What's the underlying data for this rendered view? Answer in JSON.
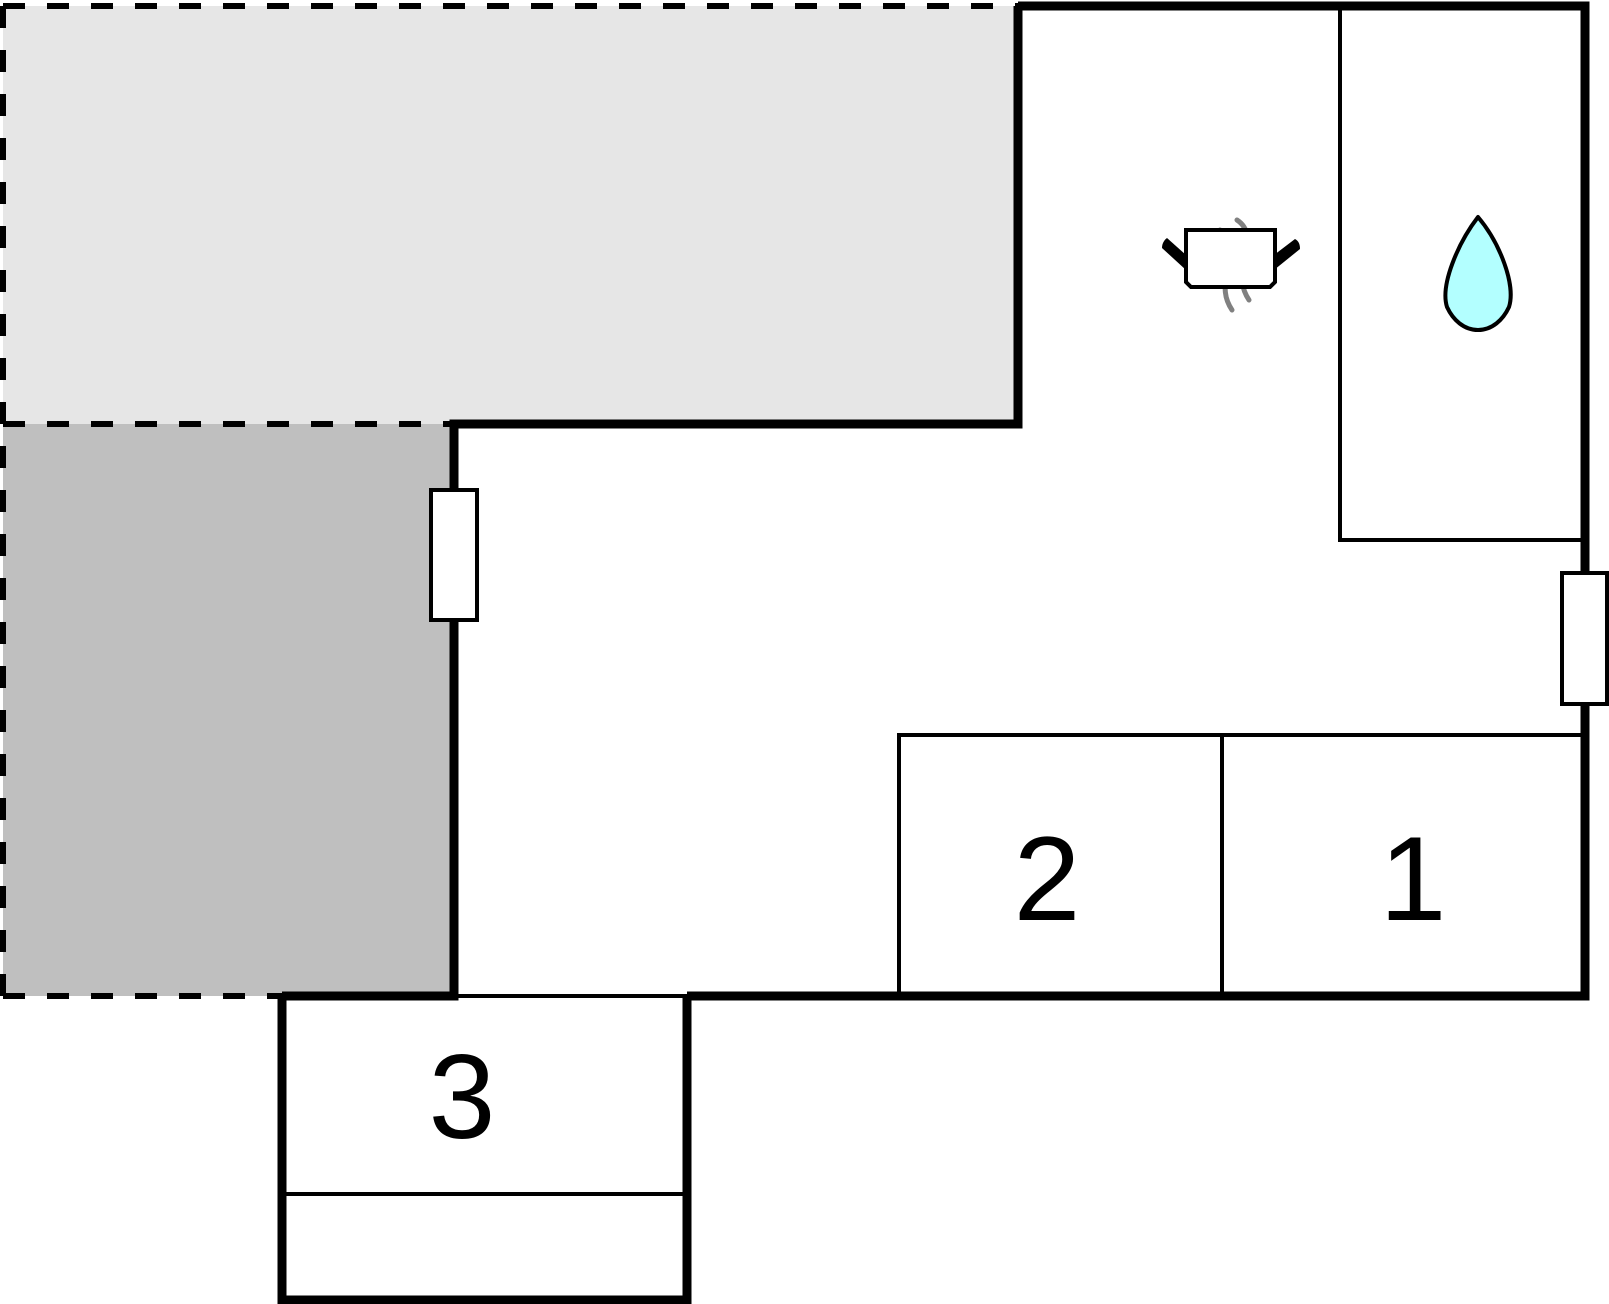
{
  "floorplan": {
    "rooms": [
      {
        "id": "bedroom-1",
        "label": "1"
      },
      {
        "id": "bedroom-2",
        "label": "2"
      },
      {
        "id": "bedroom-3",
        "label": "3"
      }
    ],
    "icons": {
      "kitchen": "cooking-pot-icon",
      "bathroom": "water-drop-icon"
    },
    "colors": {
      "terrace_light": "#e6e6e6",
      "terrace_dark": "#bfbfbf",
      "water_drop": "#b3ffff",
      "steam": "#808080",
      "walls": "#000000"
    }
  }
}
